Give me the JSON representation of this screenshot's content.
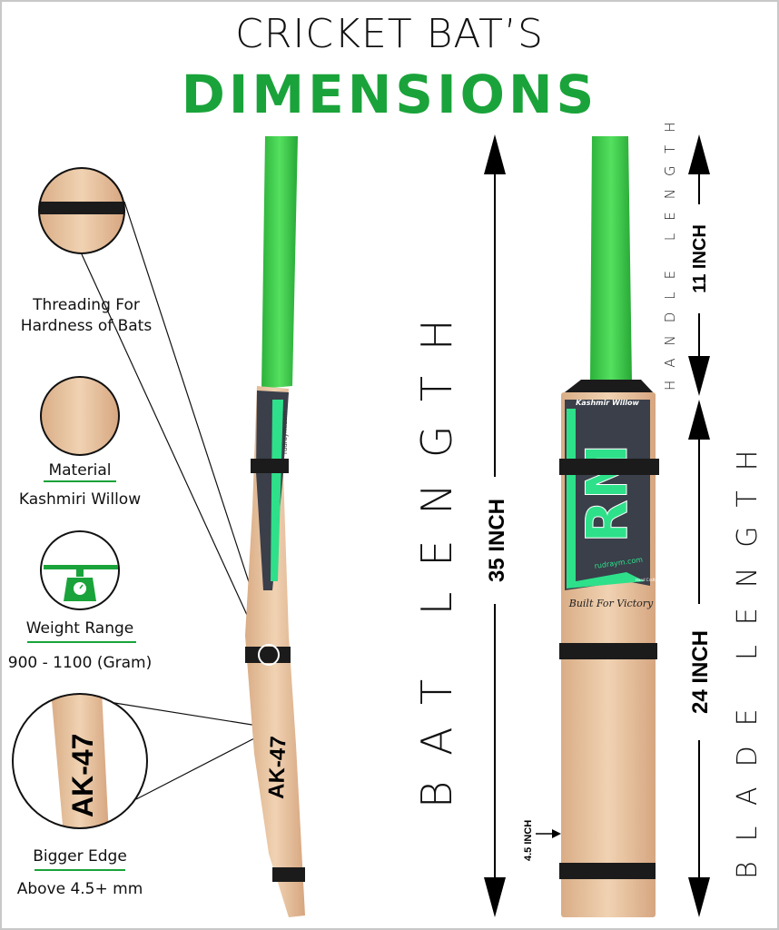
{
  "header": {
    "title_line1": "CRICKET BAT’S",
    "title_line2": "DIMENSIONS"
  },
  "features": [
    {
      "label_line1": "Threading For",
      "label_line2": "Hardness of Bats"
    },
    {
      "label_line1": "Material",
      "label_line2": "Kashmiri Willow"
    },
    {
      "label_line1": "Weight Range",
      "label_line2": "900 - 1100 (Gram)"
    },
    {
      "label_line1": "Bigger Edge",
      "label_line2": "Above 4.5+ mm"
    }
  ],
  "side_bat": {
    "edge_text": "AK-47",
    "brand_text": "rudraym.com"
  },
  "front_bat": {
    "logo": "RM",
    "willow_text": "Kashmir Willow",
    "site_text": "rudraym.com",
    "tagline": "Built For Victory",
    "badge": "Hand Crafted"
  },
  "dimensions": {
    "bat_length_label": "BAT LENGTH",
    "bat_length_value": "35 INCH",
    "handle_length_label": "HANDLE LENGTH",
    "handle_length_value": "11 INCH",
    "blade_length_label": "BLADE LENGTH",
    "blade_length_value": "24 INCH",
    "blade_width_value": "4.5 INCH"
  },
  "colors": {
    "accent_green": "#1aa33a",
    "grip_green": "#3fcf4a",
    "wood": "#e9c7a4",
    "sticker_green": "#2ee08a",
    "sticker_dark": "#3a3f4a"
  }
}
